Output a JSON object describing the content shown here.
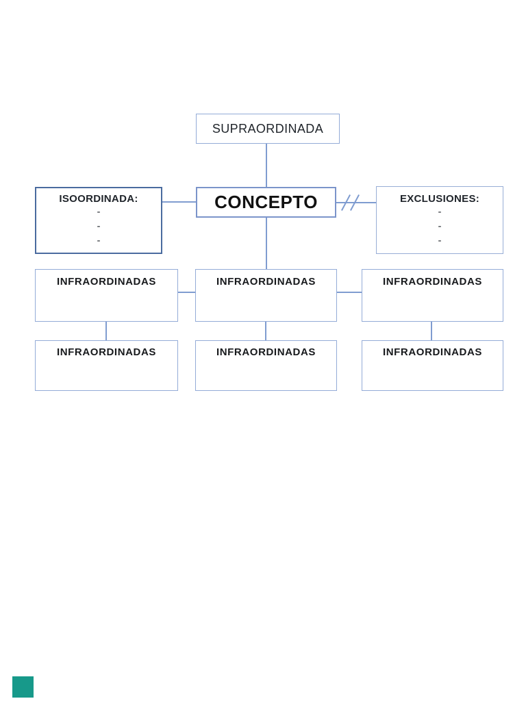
{
  "page": {
    "background_color": "#ffffff"
  },
  "diagram": {
    "supraordinada": {
      "label": "SUPRAORDINADA"
    },
    "concepto": {
      "label": "CONCEPTO"
    },
    "isoordinada": {
      "title": "ISOORDINADA:",
      "dashes": [
        "-",
        "-",
        "-"
      ]
    },
    "exclusiones": {
      "title": "EXCLUSIONES:",
      "dashes": [
        "-",
        "-",
        "-"
      ]
    },
    "infraordinadas": [
      {
        "label": "INFRAORDINADAS"
      },
      {
        "label": "INFRAORDINADAS"
      },
      {
        "label": "INFRAORDINADAS"
      },
      {
        "label": "INFRAORDINADAS"
      },
      {
        "label": "INFRAORDINADAS"
      },
      {
        "label": "INFRAORDINADAS"
      }
    ],
    "colors": {
      "box_border_light": "#93abd7",
      "box_border_concepto": "#7b94ca",
      "box_border_isoordinada": "#4a6b9f",
      "box_border_exclusiones": "#97add6",
      "connector_line": "#7f9cd0",
      "text": "#1c1c1c",
      "corner_square": "#17998a"
    }
  }
}
